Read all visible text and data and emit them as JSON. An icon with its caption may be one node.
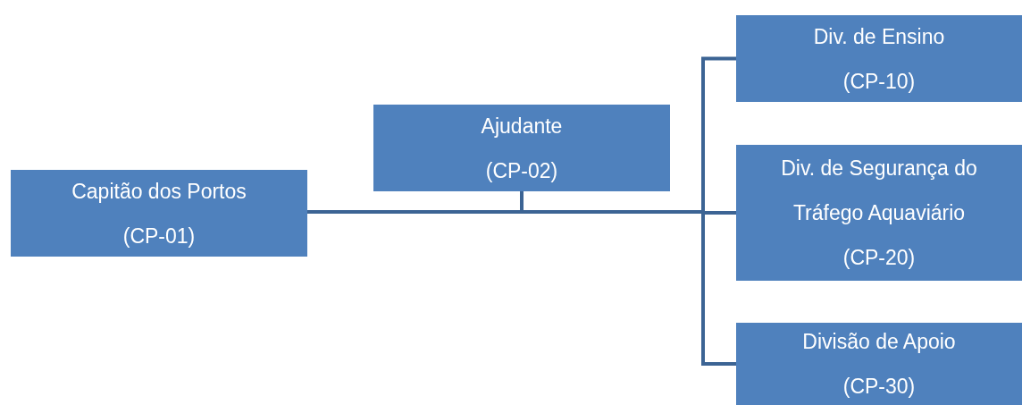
{
  "diagram": {
    "nodes": [
      {
        "text": [
          "Capitão dos Portos",
          "(CP-01)"
        ]
      },
      {
        "text": [
          "Ajudante",
          "(CP-02)"
        ]
      },
      {
        "text": [
          "Div. de Ensino",
          "(CP-10)"
        ]
      },
      {
        "text": [
          "Div. de Segurança do Tráfego Aquaviário",
          "(CP-20)"
        ]
      },
      {
        "text": [
          "Divisão de Apoio",
          "(CP-30)"
        ]
      }
    ],
    "edges": [
      {
        "from": 0,
        "to": 1,
        "arrow": "none"
      },
      {
        "from": 0,
        "to": 2,
        "arrow": "none"
      },
      {
        "from": 0,
        "to": 3,
        "arrow": "none"
      },
      {
        "from": 0,
        "to": 4,
        "arrow": "none"
      }
    ]
  }
}
